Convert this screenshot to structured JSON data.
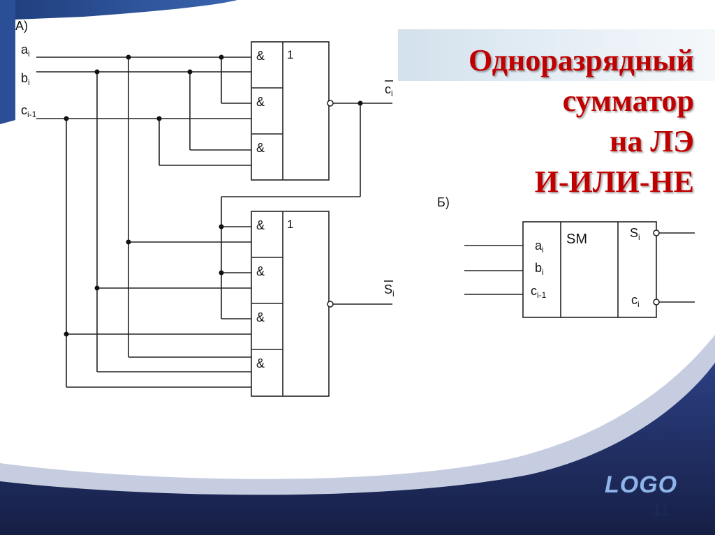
{
  "slide": {
    "title_lines": [
      "Одноразрядный",
      "сумматор",
      "на ЛЭ",
      "И-ИЛИ-НЕ"
    ],
    "logo": "LOGO",
    "page_number": "11"
  },
  "diagram_a": {
    "label": "А)",
    "inputs": [
      {
        "base": "a",
        "sub": "i"
      },
      {
        "base": "b",
        "sub": "i"
      },
      {
        "base": "c",
        "sub": "i-1"
      }
    ],
    "gate_and_symbol": "&",
    "gate_or_symbol": "1",
    "output_carry": {
      "base": "c",
      "sub": "i"
    },
    "output_sum": {
      "base": "S",
      "sub": "i"
    }
  },
  "diagram_b": {
    "label": "Б)",
    "block_name": "SM",
    "inputs": [
      {
        "base": "a",
        "sub": "i"
      },
      {
        "base": "b",
        "sub": "i"
      },
      {
        "base": "c",
        "sub": "i-1"
      }
    ],
    "outputs": [
      {
        "base": "S",
        "sub": "i"
      },
      {
        "base": "c",
        "sub": "i"
      }
    ]
  },
  "colors": {
    "title": "#c00000",
    "navy": "#1d2b54",
    "logo": "#8fb4ea"
  }
}
